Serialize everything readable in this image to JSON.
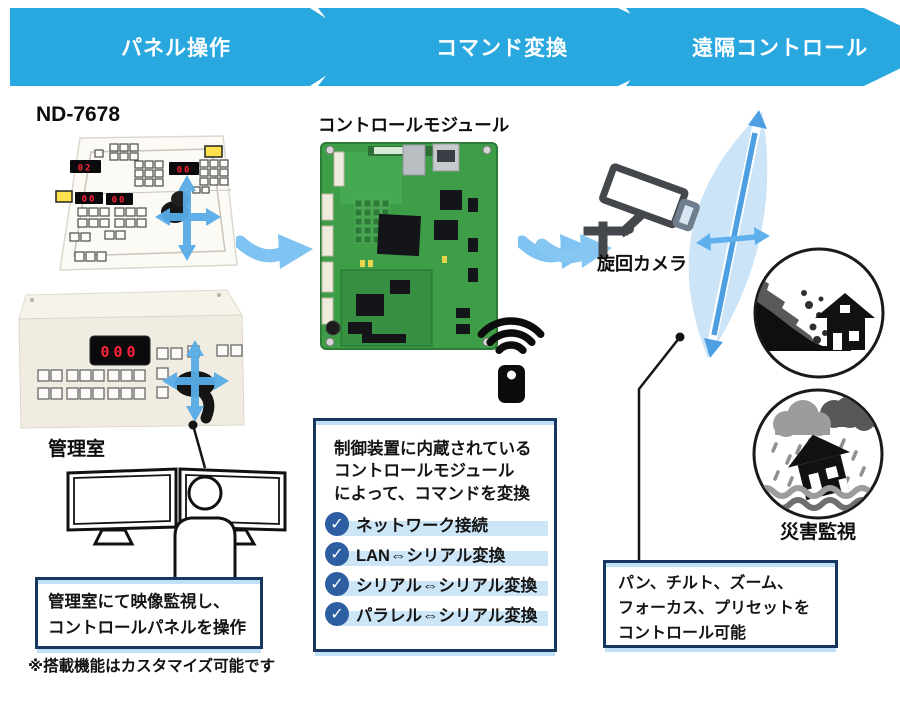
{
  "flow_steps": [
    {
      "label": "パネル操作"
    },
    {
      "label": "コマンド変換"
    },
    {
      "label": "遠隔コントロール"
    }
  ],
  "panel": {
    "model": "ND-7678",
    "room_label": "管理室",
    "display_top_left": "02",
    "display_top_right": "00",
    "display_mid_left": "00",
    "display_mid_right": "00",
    "console_display": "000"
  },
  "module": {
    "title": "コントロールモジュール"
  },
  "camera": {
    "label": "旋回カメラ"
  },
  "monitoring": {
    "label": "災害監視"
  },
  "left_box": {
    "line1": "管理室にて映像監視し、",
    "line2": "コントロールパネルを操作"
  },
  "footnote": "※搭載機能はカスタマイズ可能です",
  "middle_box": {
    "desc_line1": "制御装置に内蔵されている",
    "desc_line2": "コントロールモジュール",
    "desc_line3": "によって、コマンドを変換",
    "items": [
      {
        "label": "ネットワーク接続"
      },
      {
        "label": "LAN⇔シリアル変換"
      },
      {
        "label": "シリアル⇔シリアル変換"
      },
      {
        "label": "パラレル⇔シリアル変換"
      }
    ]
  },
  "right_box": {
    "line1": "パン、チルト、ズーム、",
    "line2": "フォーカス、プリセットを",
    "line3": "コントロール可能"
  },
  "icons": {
    "checkmark": "✓"
  },
  "colors": {
    "chevron_blue": "#29A8E0",
    "swoosh_arrow_blue": "#7EC3F1",
    "cross_arrow_blue": "#58ACE8",
    "beam_blue": "#CBE4F8",
    "beam_arrow_blue": "#4E9FE2",
    "check_circle_blue": "#2C5EA1",
    "highlight_blue": "#CDE6F7",
    "box_border_navy": "#17375E",
    "box_accent_blue": "#BFE0F6",
    "led_red": "#FF2238",
    "device_beige": "#F0ECE1",
    "camera_gray": "#44484C"
  }
}
